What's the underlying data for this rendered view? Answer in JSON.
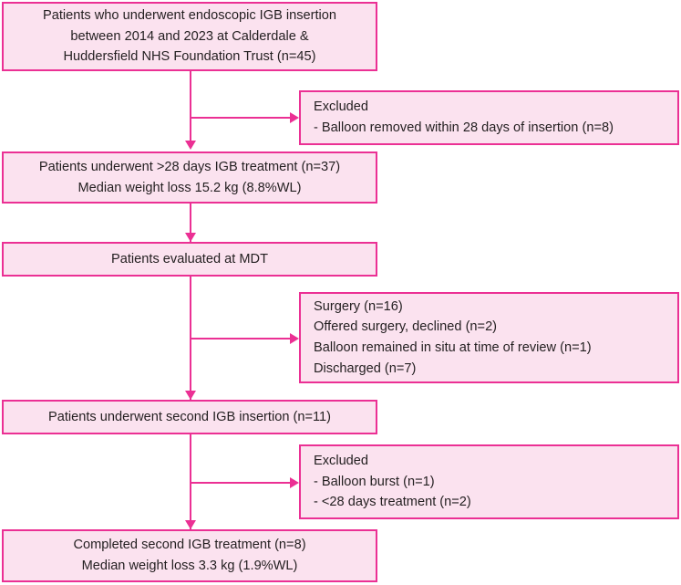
{
  "diagram": {
    "title": "IGB insertion patient flow diagram",
    "colors": {
      "box_fill": "#fbe2ef",
      "box_border": "#eb3094",
      "connector": "#eb3094",
      "text": "#231f20",
      "background": "#ffffff"
    },
    "nodes": [
      {
        "id": "node-cohort",
        "name": "initial-cohort-box",
        "align": "centered",
        "lines": [
          "Patients who underwent endoscopic IGB insertion",
          "between 2014 and 2023 at Calderdale &",
          "Huddersfield NHS Foundation Trust (n=45)"
        ]
      },
      {
        "id": "node-excluded-1",
        "name": "excluded-early-removal-box",
        "align": "left",
        "lines": [
          "Excluded",
          "- Balloon removed within 28 days of insertion (n=8)"
        ]
      },
      {
        "id": "node-treated-28days",
        "name": "treated-over-28-days-box",
        "align": "centered",
        "lines": [
          "Patients underwent >28 days IGB treatment (n=37)",
          "Median weight loss 15.2 kg (8.8%WL)"
        ]
      },
      {
        "id": "node-mdt",
        "name": "mdt-evaluation-box",
        "align": "centered",
        "lines": [
          "Patients evaluated at MDT"
        ]
      },
      {
        "id": "node-mdt-outcomes",
        "name": "mdt-outcomes-box",
        "align": "left",
        "lines": [
          "Surgery (n=16)",
          "Offered surgery, declined (n=2)",
          "Balloon remained in situ at time of review (n=1)",
          "Discharged (n=7)"
        ]
      },
      {
        "id": "node-second-insertion",
        "name": "second-insertion-box",
        "align": "centered",
        "lines": [
          "Patients underwent second IGB insertion (n=11)"
        ]
      },
      {
        "id": "node-excluded-2",
        "name": "excluded-second-balloon-box",
        "align": "left",
        "lines": [
          "Excluded",
          "- Balloon burst (n=1)",
          "- <28 days treatment (n=2)"
        ]
      },
      {
        "id": "node-completed-second",
        "name": "completed-second-treatment-box",
        "align": "centered",
        "lines": [
          "Completed second IGB treatment (n=8)",
          "Median weight loss 3.3 kg (1.9%WL)"
        ]
      }
    ]
  }
}
